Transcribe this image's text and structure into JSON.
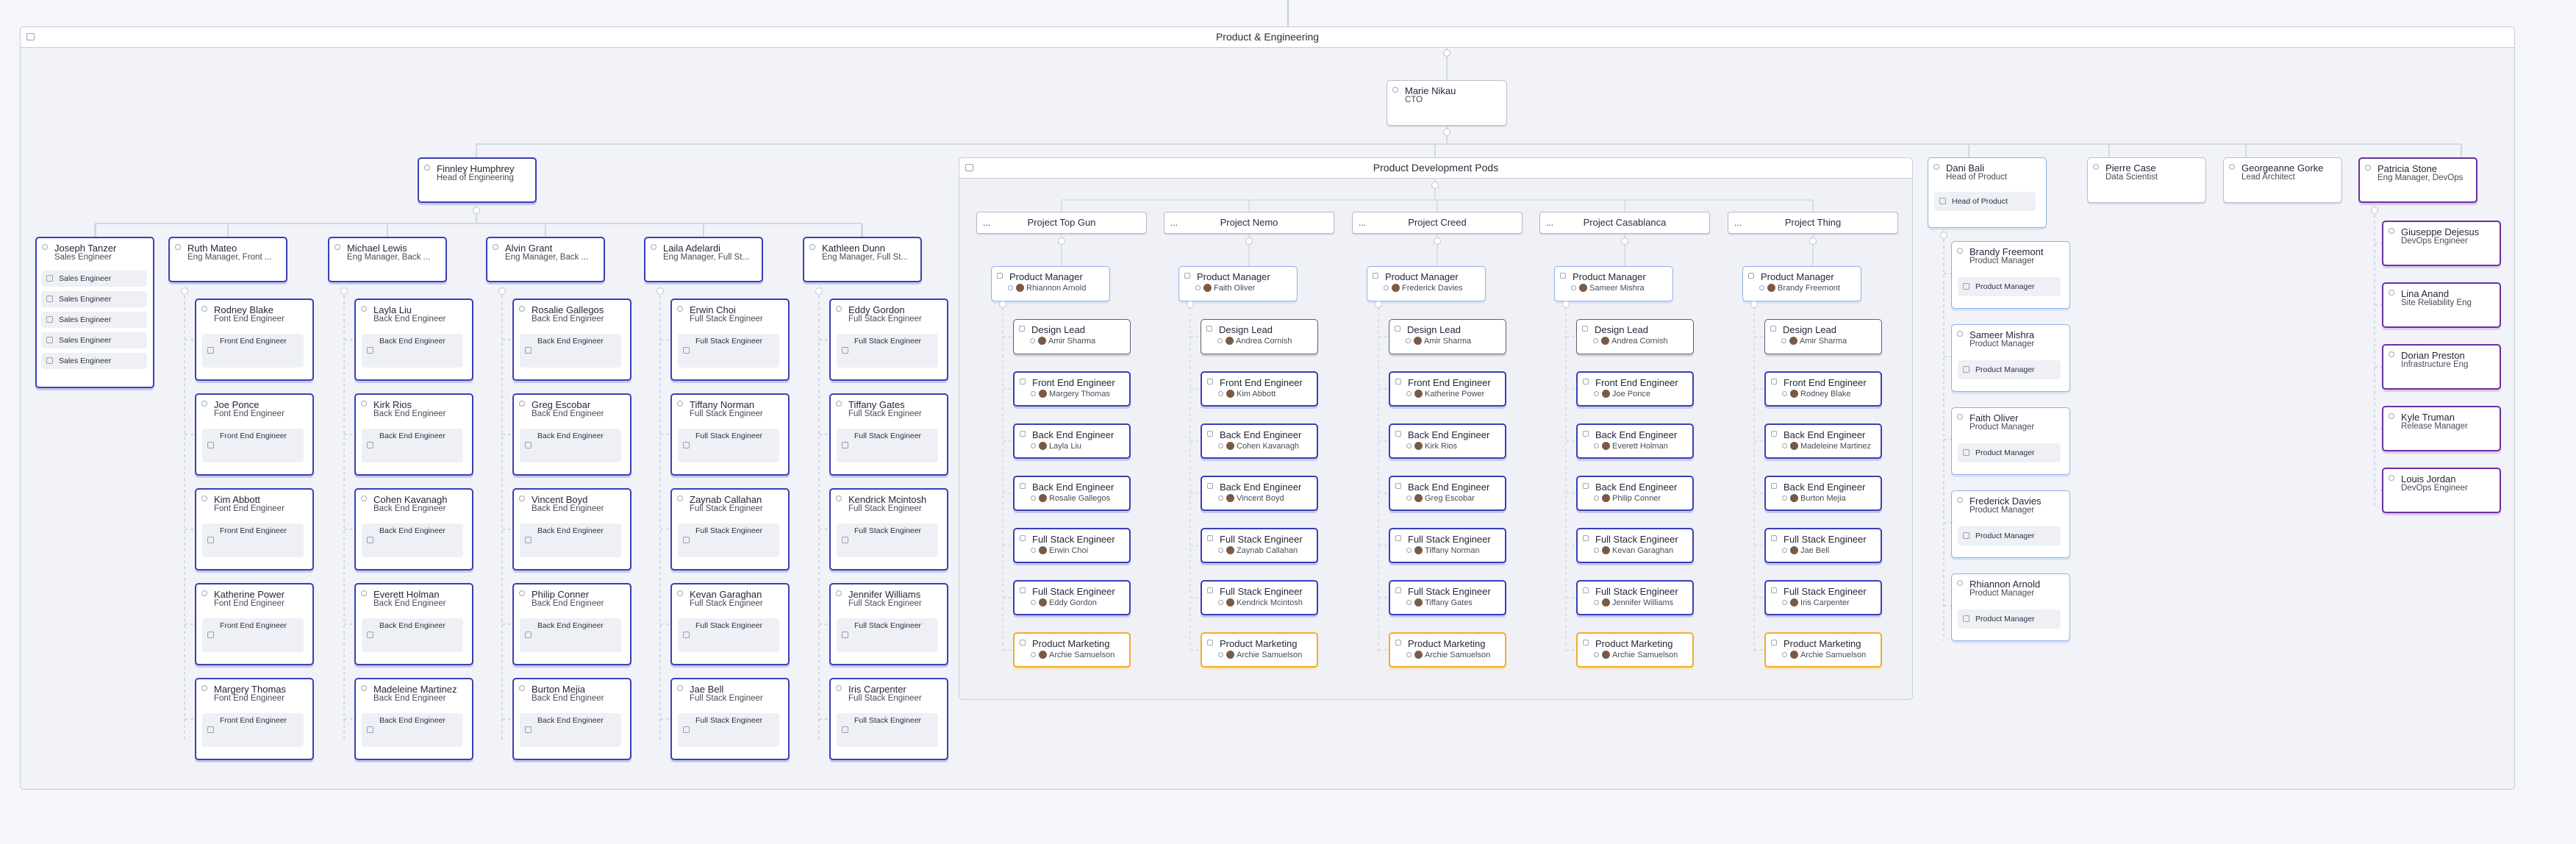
{
  "root_group": {
    "title": "Product & Engineering"
  },
  "cto": {
    "name": "Marie Nikau",
    "role": "CTO"
  },
  "head_eng": {
    "name": "Finnley Humphrey",
    "role": "Head of Engineering"
  },
  "managers": [
    {
      "name": "Joseph Tanzer",
      "role": "Sales Engineer",
      "chips": [
        "Sales Engineer",
        "Sales Engineer",
        "Sales Engineer",
        "Sales Engineer",
        "Sales Engineer"
      ]
    },
    {
      "name": "Ruth Mateo",
      "role": "Eng Manager, Front ...",
      "reports": [
        {
          "name": "Rodney Blake",
          "role": "Font End Engineer",
          "chip": "Front End Engineer"
        },
        {
          "name": "Joe Ponce",
          "role": "Font End Engineer",
          "chip": "Front End Engineer"
        },
        {
          "name": "Kim Abbott",
          "role": "Font End Engineer",
          "chip": "Front End Engineer"
        },
        {
          "name": "Katherine Power",
          "role": "Font End Engineer",
          "chip": "Front End Engineer"
        },
        {
          "name": "Margery Thomas",
          "role": "Font End Engineer",
          "chip": "Front End Engineer"
        }
      ]
    },
    {
      "name": "Michael Lewis",
      "role": "Eng Manager, Back ...",
      "reports": [
        {
          "name": "Layla Liu",
          "role": "Back End Engineer",
          "chip": "Back End Engineer"
        },
        {
          "name": "Kirk Rios",
          "role": "Back End Engineer",
          "chip": "Back End Engineer"
        },
        {
          "name": "Cohen Kavanagh",
          "role": "Back End Engineer",
          "chip": "Back End Engineer"
        },
        {
          "name": "Everett Holman",
          "role": "Back End Engineer",
          "chip": "Back End Engineer"
        },
        {
          "name": "Madeleine Martinez",
          "role": "Back End Engineer",
          "chip": "Back End Engineer"
        }
      ]
    },
    {
      "name": "Alvin Grant",
      "role": "Eng Manager, Back ...",
      "reports": [
        {
          "name": "Rosalie Gallegos",
          "role": "Back End Engineer",
          "chip": "Back End Engineer"
        },
        {
          "name": "Greg Escobar",
          "role": "Back End Engineer",
          "chip": "Back End Engineer"
        },
        {
          "name": "Vincent Boyd",
          "role": "Back End Engineer",
          "chip": "Back End Engineer"
        },
        {
          "name": "Philip Conner",
          "role": "Back End Engineer",
          "chip": "Back End Engineer"
        },
        {
          "name": "Burton Mejia",
          "role": "Back End Engineer",
          "chip": "Back End Engineer"
        }
      ]
    },
    {
      "name": "Laila Adelardi",
      "role": "Eng Manager, Full St...",
      "reports": [
        {
          "name": "Erwin Choi",
          "role": "Full Stack Engineer",
          "chip": "Full Stack Engineer"
        },
        {
          "name": "Tiffany Norman",
          "role": "Full Stack Engineer",
          "chip": "Full Stack Engineer"
        },
        {
          "name": "Zaynab Callahan",
          "role": "Full Stack Engineer",
          "chip": "Full Stack Engineer"
        },
        {
          "name": "Kevan Garaghan",
          "role": "Full Stack Engineer",
          "chip": "Full Stack Engineer"
        },
        {
          "name": "Jae Bell",
          "role": "Full Stack Engineer",
          "chip": "Full Stack Engineer"
        }
      ]
    },
    {
      "name": "Kathleen Dunn",
      "role": "Eng Manager, Full St...",
      "reports": [
        {
          "name": "Eddy Gordon",
          "role": "Full Stack Engineer",
          "chip": "Full Stack Engineer"
        },
        {
          "name": "Tiffany Gates",
          "role": "Full Stack Engineer",
          "chip": "Full Stack Engineer"
        },
        {
          "name": "Kendrick Mcintosh",
          "role": "Full Stack Engineer",
          "chip": "Full Stack Engineer"
        },
        {
          "name": "Jennifer Williams",
          "role": "Full Stack Engineer",
          "chip": "Full Stack Engineer"
        },
        {
          "name": "Iris Carpenter",
          "role": "Full Stack Engineer",
          "chip": "Full Stack Engineer"
        }
      ]
    }
  ],
  "pods_group": {
    "title": "Product Development Pods"
  },
  "pods": [
    {
      "name": "Project Top Gun",
      "pm": "Rhiannon Arnold",
      "members": [
        "Amir Sharma",
        "Margery Thomas",
        "Layla Liu",
        "Rosalie Gallegos",
        "Erwin Choi",
        "Eddy Gordon",
        "Archie Samuelson"
      ]
    },
    {
      "name": "Project Nemo",
      "pm": "Faith Oliver",
      "members": [
        "Andrea Cornish",
        "Kim Abbott",
        "Cohen Kavanagh",
        "Vincent Boyd",
        "Zaynab Callahan",
        "Kendrick Mcintosh",
        "Archie Samuelson"
      ]
    },
    {
      "name": "Project Creed",
      "pm": "Frederick Davies",
      "members": [
        "Amir Sharma",
        "Katherine Power",
        "Kirk Rios",
        "Greg Escobar",
        "Tiffany Norman",
        "Tiffany Gates",
        "Archie Samuelson"
      ]
    },
    {
      "name": "Project Casablanca",
      "pm": "Sameer Mishra",
      "members": [
        "Andrea Cornish",
        "Joe Ponce",
        "Everett Holman",
        "Philip Conner",
        "Kevan Garaghan",
        "Jennifer Williams",
        "Archie Samuelson"
      ]
    },
    {
      "name": "Project Thing",
      "pm": "Brandy Freemont",
      "members": [
        "Amir Sharma",
        "Rodney Blake",
        "Madeleine Martinez",
        "Burton Mejia",
        "Jae Bell",
        "Iris Carpenter",
        "Archie Samuelson"
      ]
    }
  ],
  "pod_roles": {
    "pm": "Product Manager",
    "slots": [
      "Design Lead",
      "Front End Engineer",
      "Back End Engineer",
      "Back End Engineer",
      "Full Stack Engineer",
      "Full Stack Engineer",
      "Product Marketing"
    ],
    "dots": "..."
  },
  "head_product": {
    "name": "Dani Bali",
    "role": "Head of Product",
    "chip": "Head of Product",
    "reports": [
      {
        "name": "Brandy Freemont",
        "role": "Product Manager",
        "chip": "Product Manager"
      },
      {
        "name": "Sameer Mishra",
        "role": "Product Manager",
        "chip": "Product Manager"
      },
      {
        "name": "Faith Oliver",
        "role": "Product Manager",
        "chip": "Product Manager"
      },
      {
        "name": "Frederick Davies",
        "role": "Product Manager",
        "chip": "Product Manager"
      },
      {
        "name": "Rhiannon Arnold",
        "role": "Product Manager",
        "chip": "Product Manager"
      }
    ]
  },
  "data_scientist": {
    "name": "Pierre Case",
    "role": "Data Scientist"
  },
  "lead_architect": {
    "name": "Georgeanne Gorke",
    "role": "Lead Architect"
  },
  "devops": {
    "name": "Patricia Stone",
    "role": "Eng Manager, DevOps",
    "reports": [
      {
        "name": "Giuseppe Dejesus",
        "role": "DevOps Engineer"
      },
      {
        "name": "Lina Anand",
        "role": "Site Reliability Eng"
      },
      {
        "name": "Dorian Preston",
        "role": "Infrastructure Eng"
      },
      {
        "name": "Kyle Truman",
        "role": "Release Manager"
      },
      {
        "name": "Louis Jordan",
        "role": "DevOps Engineer"
      }
    ]
  },
  "colors": {
    "engineering": "#3a3fb5",
    "devops": "#6a2fa0",
    "product": "#8fb0e2",
    "design": "#5d606b",
    "marketing": "#f0ad2e",
    "connector": "#c7ccd6"
  }
}
